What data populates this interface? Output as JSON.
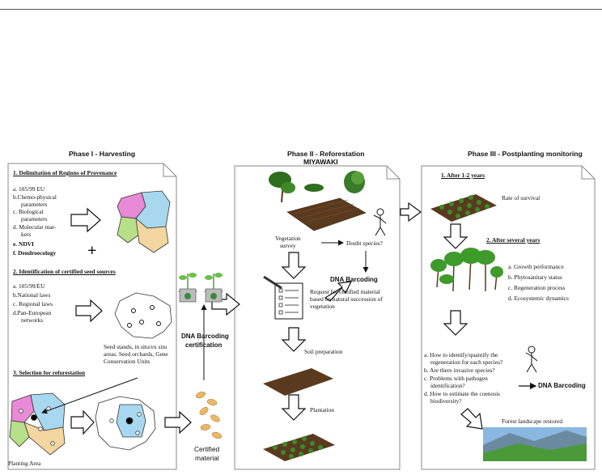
{
  "phase1": {
    "title": "Phase I - Harvesting",
    "s1_title": "1. Delimitation of Regions of Provenance",
    "s1_items": [
      "a. 105/99 EU",
      "b.Chemo-physical",
      "parameters",
      "c. Biological",
      "parameters",
      "d. Molecular mar-",
      "kers",
      "e. NDVI",
      "f. Dendroecology"
    ],
    "plus": "+",
    "s2_title": "2. Identification of certified seed sources",
    "s2_items": [
      "a. 105/99/EU",
      "b.National laws",
      "c. Regional laws",
      "d.Pan-European",
      "networks"
    ],
    "seed_note": [
      "Seed stands, in situ/ex situ",
      "areas. Seed orchards, Gene",
      "Conservation Units"
    ],
    "s3_title": "3. Selection for reforestation",
    "planting_area": "Planting Area",
    "dna_cert": [
      "DNA Barcoding",
      "certification"
    ],
    "certified": [
      "Certified",
      "material"
    ]
  },
  "phase2": {
    "title": "Phase II - Reforestation",
    "subtitle": "MIYAWAKI",
    "veg_survey": [
      "Vegetation",
      "survey"
    ],
    "doubt": "Doubt species?",
    "dna": "DNA Barcoding",
    "request": [
      "Request for certified material",
      "based on natural succession of",
      "vegetation"
    ],
    "soil": "Soil preparation",
    "plantation": "Plantation"
  },
  "phase3": {
    "title": "Phase III - Postplanting monitoring",
    "s1_title": "1. After 1-2 years",
    "survival": "Rate of survival",
    "s2_title": "2. After several years",
    "s2_items": [
      "a. Growth performance",
      "b. Phytosanitary status",
      "c. Regeneration process",
      "d. Ecosystemic dynamics"
    ],
    "questions": [
      "a. How to identify/quantify the",
      "regeneration for each species?",
      "b. Are there invasive species?",
      "c. Problems with pathogen",
      "identification?",
      "d. How to estimate the coenosis",
      "biodiversity?"
    ],
    "dna": "DNA Barcoding",
    "landscape": "Forest landscape restored"
  }
}
